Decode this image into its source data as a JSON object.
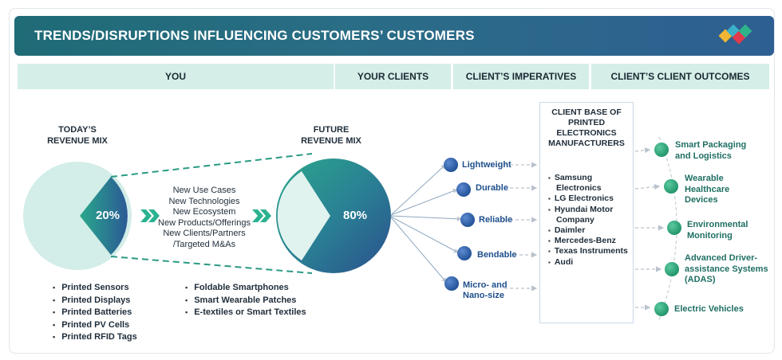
{
  "banner": {
    "title": "TRENDS/DISRUPTIONS INFLUENCING CUSTOMERS’ CUSTOMERS"
  },
  "headers": {
    "you": "YOU",
    "your_clients": "YOUR CLIENTS",
    "imperatives": "CLIENT’S IMPERATIVES",
    "outcomes": "CLIENT’S CLIENT OUTCOMES"
  },
  "today": {
    "caption_line1": "TODAY’S",
    "caption_line2": "REVENUE MIX",
    "percent": "20%"
  },
  "future": {
    "caption_line1": "FUTURE",
    "caption_line2": "REVENUE MIX",
    "percent": "80%"
  },
  "drivers": [
    "New Use Cases",
    "New Technologies",
    "New Ecosystem",
    "New Products/Offerings",
    "New Clients/Partners",
    "/Targeted M&As"
  ],
  "today_products": [
    "Printed Sensors",
    "Printed Displays",
    "Printed Batteries",
    "Printed PV Cells",
    "Printed RFID Tags"
  ],
  "future_products": [
    "Foldable Smartphones",
    "Smart Wearable Patches",
    "E-textiles or Smart Textiles"
  ],
  "imperatives": [
    "Lightweight",
    "Durable",
    "Reliable",
    "Bendable",
    "Micro- and Nano-size"
  ],
  "client_base": {
    "title": "CLIENT BASE OF PRINTED ELECTRONICS MANUFACTURERS",
    "clients": [
      "Samsung Electronics",
      "LG Electronics",
      "Hyundai Motor Company",
      "Daimler",
      "Mercedes-Benz",
      "Texas Instruments",
      "Audi"
    ]
  },
  "outcomes": [
    "Smart Packaging and Logistics",
    "Wearable Healthcare Devices",
    "Environmental Monitoring",
    "Advanced Driver-assistance Systems (ADAS)",
    "Electric Vehicles"
  ],
  "colors": {
    "teal": "#2aa88c",
    "navy": "#2b5a95",
    "mint": "#d5eee8",
    "outcome_green": "#2ea57a"
  }
}
